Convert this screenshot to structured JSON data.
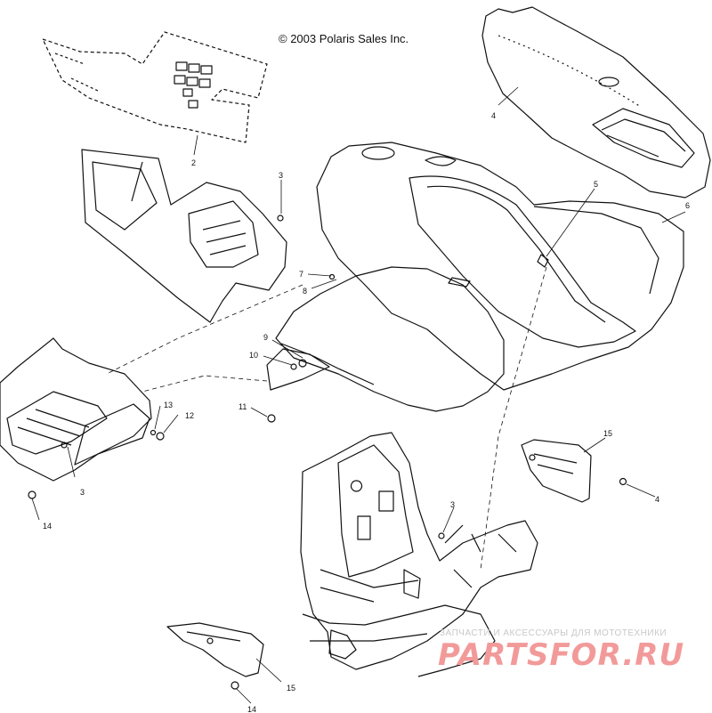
{
  "copyright": "© 2003 Polaris Sales Inc.",
  "callouts": {
    "n2": "2",
    "n3a": "3",
    "n4a": "4",
    "n5": "5",
    "n6": "6",
    "n7": "7",
    "n8": "8",
    "n9": "9",
    "n10": "10",
    "n11": "11",
    "n12": "12",
    "n13": "13",
    "n3b": "3",
    "n14a": "14",
    "n15a": "15",
    "n4b": "4",
    "n3c": "3",
    "n15b": "15",
    "n14b": "14"
  },
  "watermark": {
    "tagline": "ЗАПЧАСТИ И АКСЕССУАРЫ ДЛЯ МОТОТЕХНИКИ",
    "brand": "PARTSFOR.RU",
    "brand_color": "#f29a9a"
  }
}
